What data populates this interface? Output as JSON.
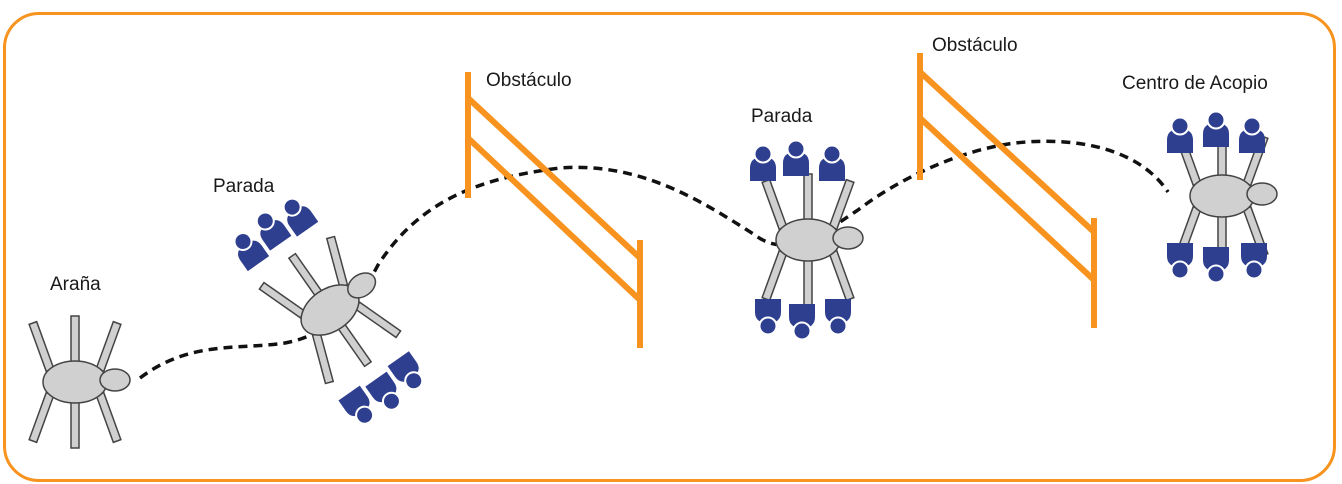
{
  "colors": {
    "frame": "#F7931E",
    "obstacle": "#F7931E",
    "person": "#2E3F8F",
    "spider_fill": "#D0D0D0",
    "spider_stroke": "#444444",
    "path": "#111111"
  },
  "labels": {
    "spider": "Araña",
    "stop1": "Parada",
    "obstacle1": "Obstáculo",
    "stop2": "Parada",
    "obstacle2": "Obstáculo",
    "center": "Centro de Acopio"
  }
}
